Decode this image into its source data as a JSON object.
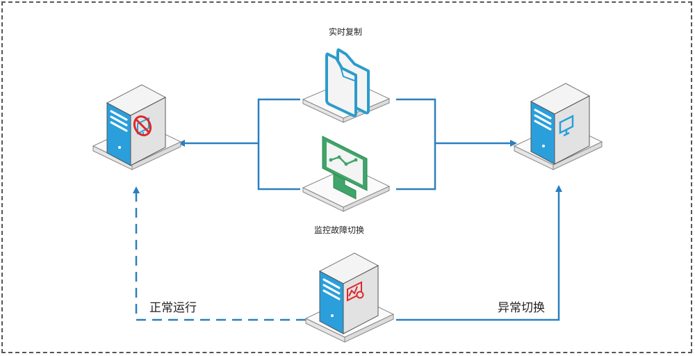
{
  "labels": {
    "replication": "实时复制",
    "monitor": "监控故障切换",
    "normal": "正常运行",
    "failover": "异常切换"
  },
  "nodes": {
    "left_server": {
      "role": "primary-server",
      "status_icon": "no-monitor-icon",
      "status_color": "#e0262b"
    },
    "right_server": {
      "role": "standby-server",
      "status_icon": "monitor-icon",
      "status_color": "#29a0d8"
    },
    "bottom_server": {
      "role": "client-server",
      "status_icon": "chart-gauge-icon",
      "status_color": "#e0262b"
    },
    "replication_node": {
      "icon": "documents-icon",
      "color": "#2b9ccb"
    },
    "monitor_node": {
      "icon": "monitor-chart-icon",
      "color": "#3fa56a"
    }
  },
  "colors": {
    "line": "#2a7fc0",
    "server_front": "#2a9fdc",
    "server_side": "#e4e4e4",
    "server_top": "#f2f2f2",
    "frame": "#555555"
  }
}
